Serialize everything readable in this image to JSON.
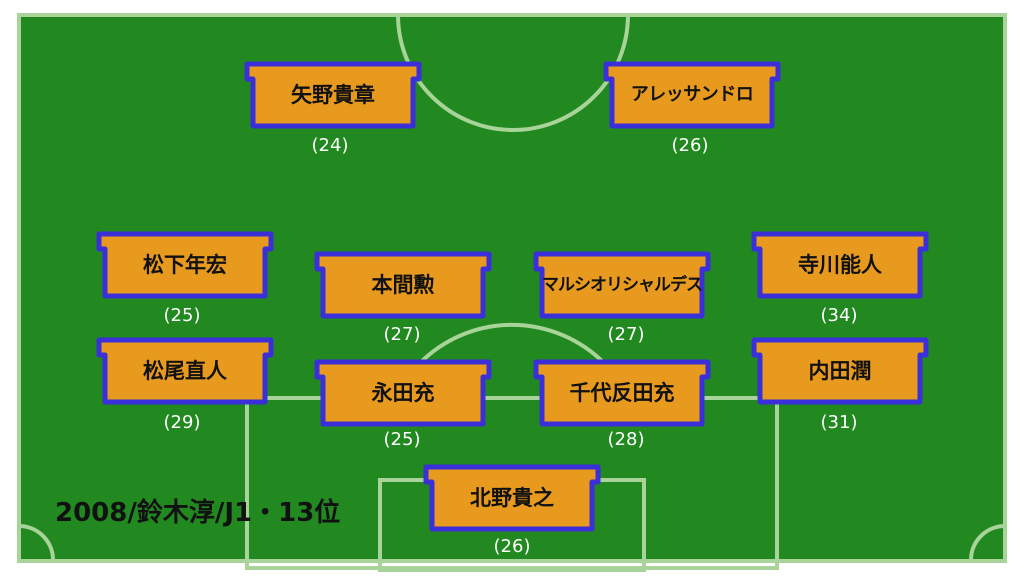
{
  "colors": {
    "pitch": "#21891f",
    "lines": "#a8d49a",
    "card_fill": "#e89a1e",
    "card_border": "#3a2fd8",
    "age_text": "#ffffff"
  },
  "caption": "2008/鈴木淳/J1・13位",
  "players": {
    "fw_left": {
      "name": "矢野貴章",
      "age": "(24)"
    },
    "fw_right": {
      "name": "アレッサンドロ",
      "age": "(26)"
    },
    "lm_top": {
      "name": "松下年宏",
      "age": "(25)"
    },
    "om_left": {
      "name": "本間勲",
      "age": "(27)"
    },
    "om_right": {
      "name": "マルシオリシャルデス",
      "age": "(27)"
    },
    "rm_top": {
      "name": "寺川能人",
      "age": "(34)"
    },
    "lb": {
      "name": "松尾直人",
      "age": "(29)"
    },
    "cb_left": {
      "name": "永田充",
      "age": "(25)"
    },
    "cb_right": {
      "name": "千代反田充",
      "age": "(28)"
    },
    "rb": {
      "name": "内田潤",
      "age": "(31)"
    },
    "gk": {
      "name": "北野貴之",
      "age": "(26)"
    }
  }
}
